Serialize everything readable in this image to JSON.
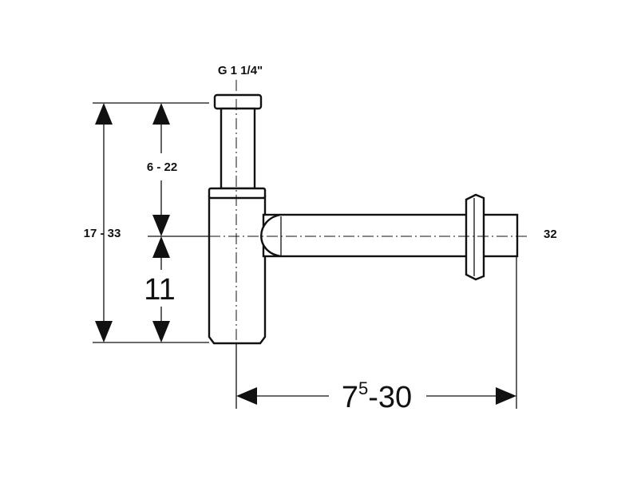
{
  "labels": {
    "thread": "G 1 1/4\"",
    "upper_range": "6 - 22",
    "total_range": "17 - 33",
    "lower_height": "11",
    "pipe_diameter": "32",
    "horizontal_base": "7",
    "horizontal_sup": "5",
    "horizontal_rest": "-30"
  }
}
